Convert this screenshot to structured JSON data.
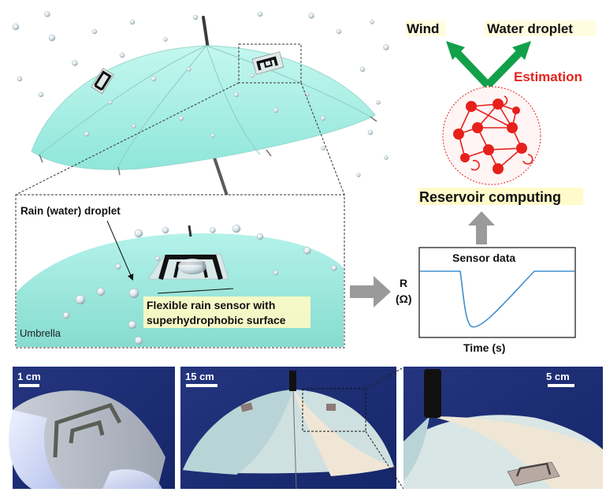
{
  "labels": {
    "wind": "Wind",
    "water_droplet": "Water droplet",
    "estimation": "Estimation",
    "reservoir_computing": "Reservoir computing",
    "rain_droplet": "Rain (water) droplet",
    "sensor_line1": "Flexible rain sensor with",
    "sensor_line2": "superhydrophobic surface",
    "umbrella": "Umbrella",
    "sensor_data": "Sensor data",
    "y_axis_symbol": "R",
    "y_axis_unit": "(Ω)",
    "x_axis": "Time (s)"
  },
  "scale_bars": {
    "photo1": "1 cm",
    "photo2": "15 cm",
    "photo3": "5 cm"
  },
  "colors": {
    "umbrella_canopy": "#a8f0e6",
    "arrow_green": "#12a04a",
    "estimation_red": "#e3251e",
    "reservoir_node": "#e8201a",
    "highlight_yellow": "#fffbc4",
    "signal_line": "#3f8fd0",
    "gray_arrow": "#9a9a9a",
    "photo_background": "#1b2e78"
  }
}
